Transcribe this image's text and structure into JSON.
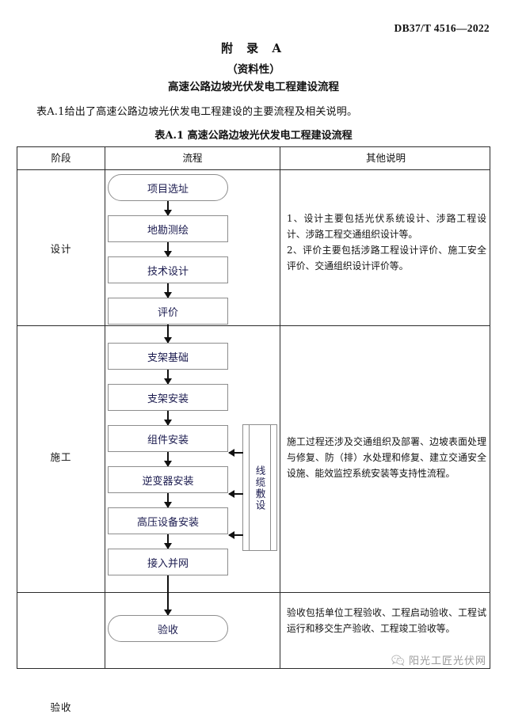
{
  "header": {
    "standard_code": "DB37/T 4516—2022",
    "appendix_title": "附 录 A",
    "appendix_type": "（资料性）",
    "appendix_name": "高速公路边坡光伏发电工程建设流程",
    "intro": "表A.1给出了高速公路边坡光伏发电工程建设的主要流程及相关说明。",
    "table_caption": "表A.1 高速公路边坡光伏发电工程建设流程"
  },
  "table": {
    "columns": [
      "阶段",
      "流程",
      "其他说明"
    ],
    "rows": [
      {
        "stage": "设计",
        "nodes": [
          {
            "label": "项目选址",
            "shape": "terminator"
          },
          {
            "label": "地勘测绘",
            "shape": "process"
          },
          {
            "label": "技术设计",
            "shape": "process"
          },
          {
            "label": "评价",
            "shape": "process"
          }
        ],
        "note": "1、设计主要包括光伏系统设计、涉路工程设计、涉路工程交通组织设计等。\n2、评价主要包括涉路工程设计评价、施工安全评价、交通组织设计评价等。"
      },
      {
        "stage": "施工",
        "nodes": [
          {
            "label": "支架基础",
            "shape": "process"
          },
          {
            "label": "支架安装",
            "shape": "process"
          },
          {
            "label": "组件安装",
            "shape": "process"
          },
          {
            "label": "逆变器安装",
            "shape": "process"
          },
          {
            "label": "高压设备安装",
            "shape": "process"
          },
          {
            "label": "接入并网",
            "shape": "process"
          }
        ],
        "side_node": {
          "label": "线缆敷设",
          "shape": "predefined-process"
        },
        "note": "施工过程还涉及交通组织及部署、边坡表面处理与修复、防（排）水处理和修复、建立交通安全设施、能效监控系统安装等支持性流程。"
      },
      {
        "stage": "验收",
        "nodes": [
          {
            "label": "验收",
            "shape": "terminator"
          }
        ],
        "note": "验收包括单位工程验收、工程启动验收、工程试运行和移交生产验收、工程竣工验收等。"
      }
    ]
  },
  "watermark": {
    "text": "阳光工匠光伏网",
    "icon": "wechat-icon"
  },
  "colors": {
    "rule": "#2b2b2b",
    "node_border": "#8d8d8d",
    "node_text": "#1b1b4f",
    "watermark": "#9a9a9a"
  }
}
